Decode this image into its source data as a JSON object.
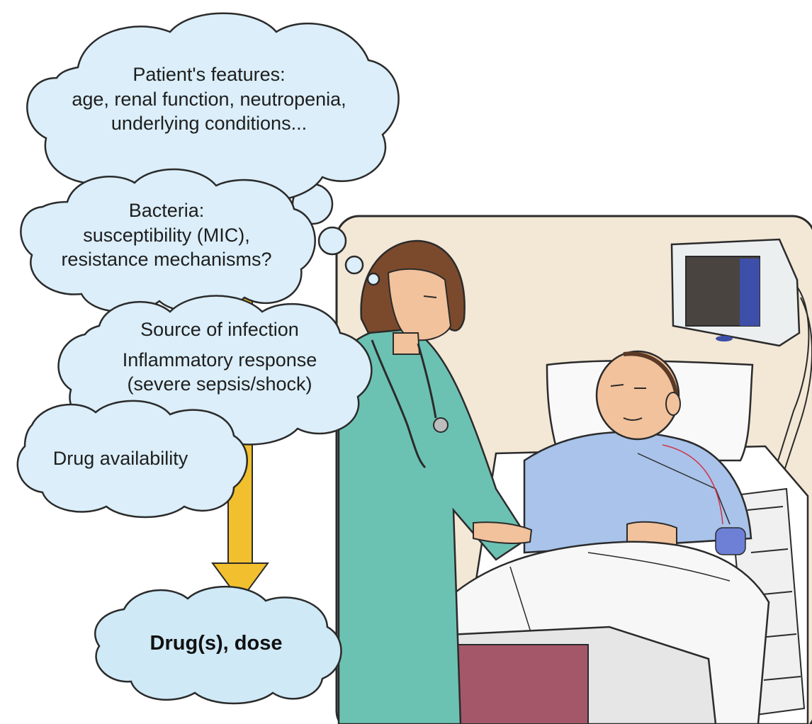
{
  "colors": {
    "cloud_fill": "#dbeef9",
    "cloud_fill_final": "#cfe9f6",
    "cloud_stroke": "#2b2b2b",
    "arrow": "#f2c02e",
    "room_wall": "#f3e7d6",
    "scrubs": "#6cc2b2",
    "gown": "#a9c3ea",
    "hair": "#7b4a2c",
    "skin": "#f2c29c",
    "footboard_box": "#a5576a",
    "monitor_blue": "#3d4fa8"
  },
  "bubbles": {
    "patient": {
      "line1": "Patient's features:",
      "line2": "age, renal function, neutropenia,",
      "line3": "underlying conditions..."
    },
    "bacteria": {
      "line1": "Bacteria:",
      "line2": "susceptibility (MIC),",
      "line3": "resistance mechanisms?"
    },
    "infection": {
      "line1": "Source of infection",
      "line2": "Inflammatory response",
      "line3": "(severe sepsis/shock)"
    },
    "availability": {
      "line1": "Drug availability"
    },
    "result": {
      "line1": "Drug(s), dose"
    }
  },
  "icons": {
    "arrow": "down-arrow-icon",
    "thought_dots": "thought-bubble-icon",
    "monitor": "monitor-icon",
    "stethoscope": "stethoscope-icon"
  }
}
